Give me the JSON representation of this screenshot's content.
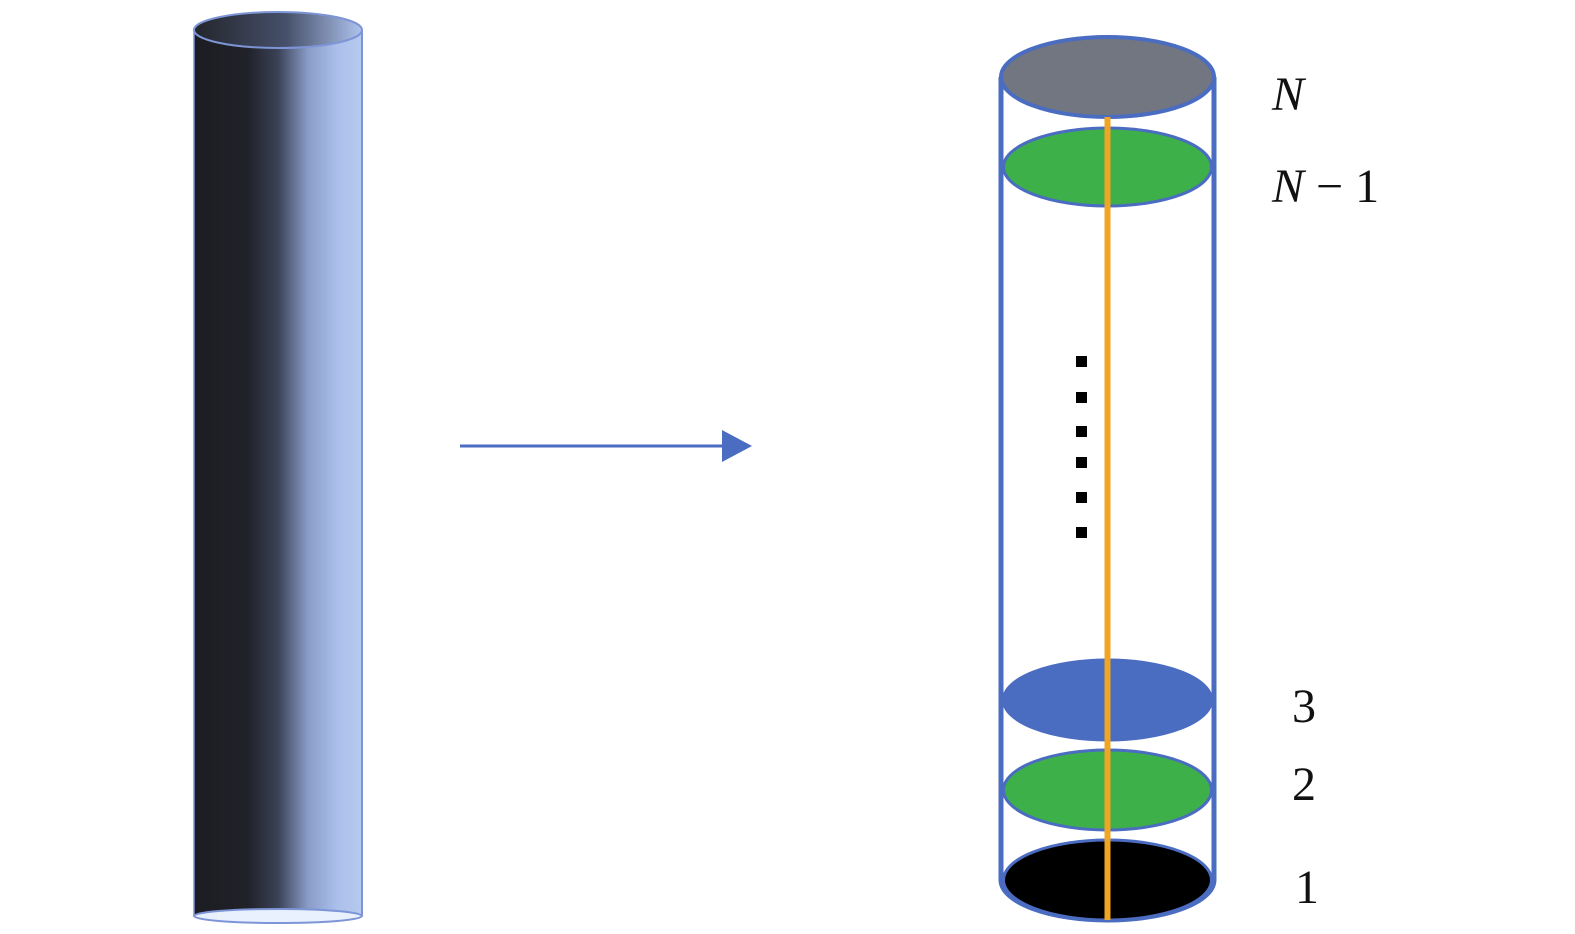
{
  "diagram": {
    "labels": {
      "layer_n": "N",
      "layer_n_minus_1_var": "N",
      "layer_n_minus_1_rest": " − 1",
      "layer_3": "3",
      "layer_2": "2",
      "layer_1": "1"
    },
    "colors": {
      "solid_cylinder_dark": "#1c1d22",
      "solid_cylinder_light": "#b7c9ee",
      "solid_cylinder_outline": "#7d95d6",
      "arrow": "#4a6cc1",
      "outer_cylinder_outline": "#4a6cc1",
      "center_axis": "#f0a623",
      "disk_top_gray": "#717680",
      "disk_green": "#3eb049",
      "disk_blue": "#4a6cc1",
      "disk_bottom_black": "#000000",
      "ellipsis_dots": "#000000"
    },
    "icons": {
      "solid_cylinder": "solid-rod-cylinder",
      "transform_arrow": "right-arrow",
      "layered_cylinder": "discretized-cylinder"
    }
  }
}
